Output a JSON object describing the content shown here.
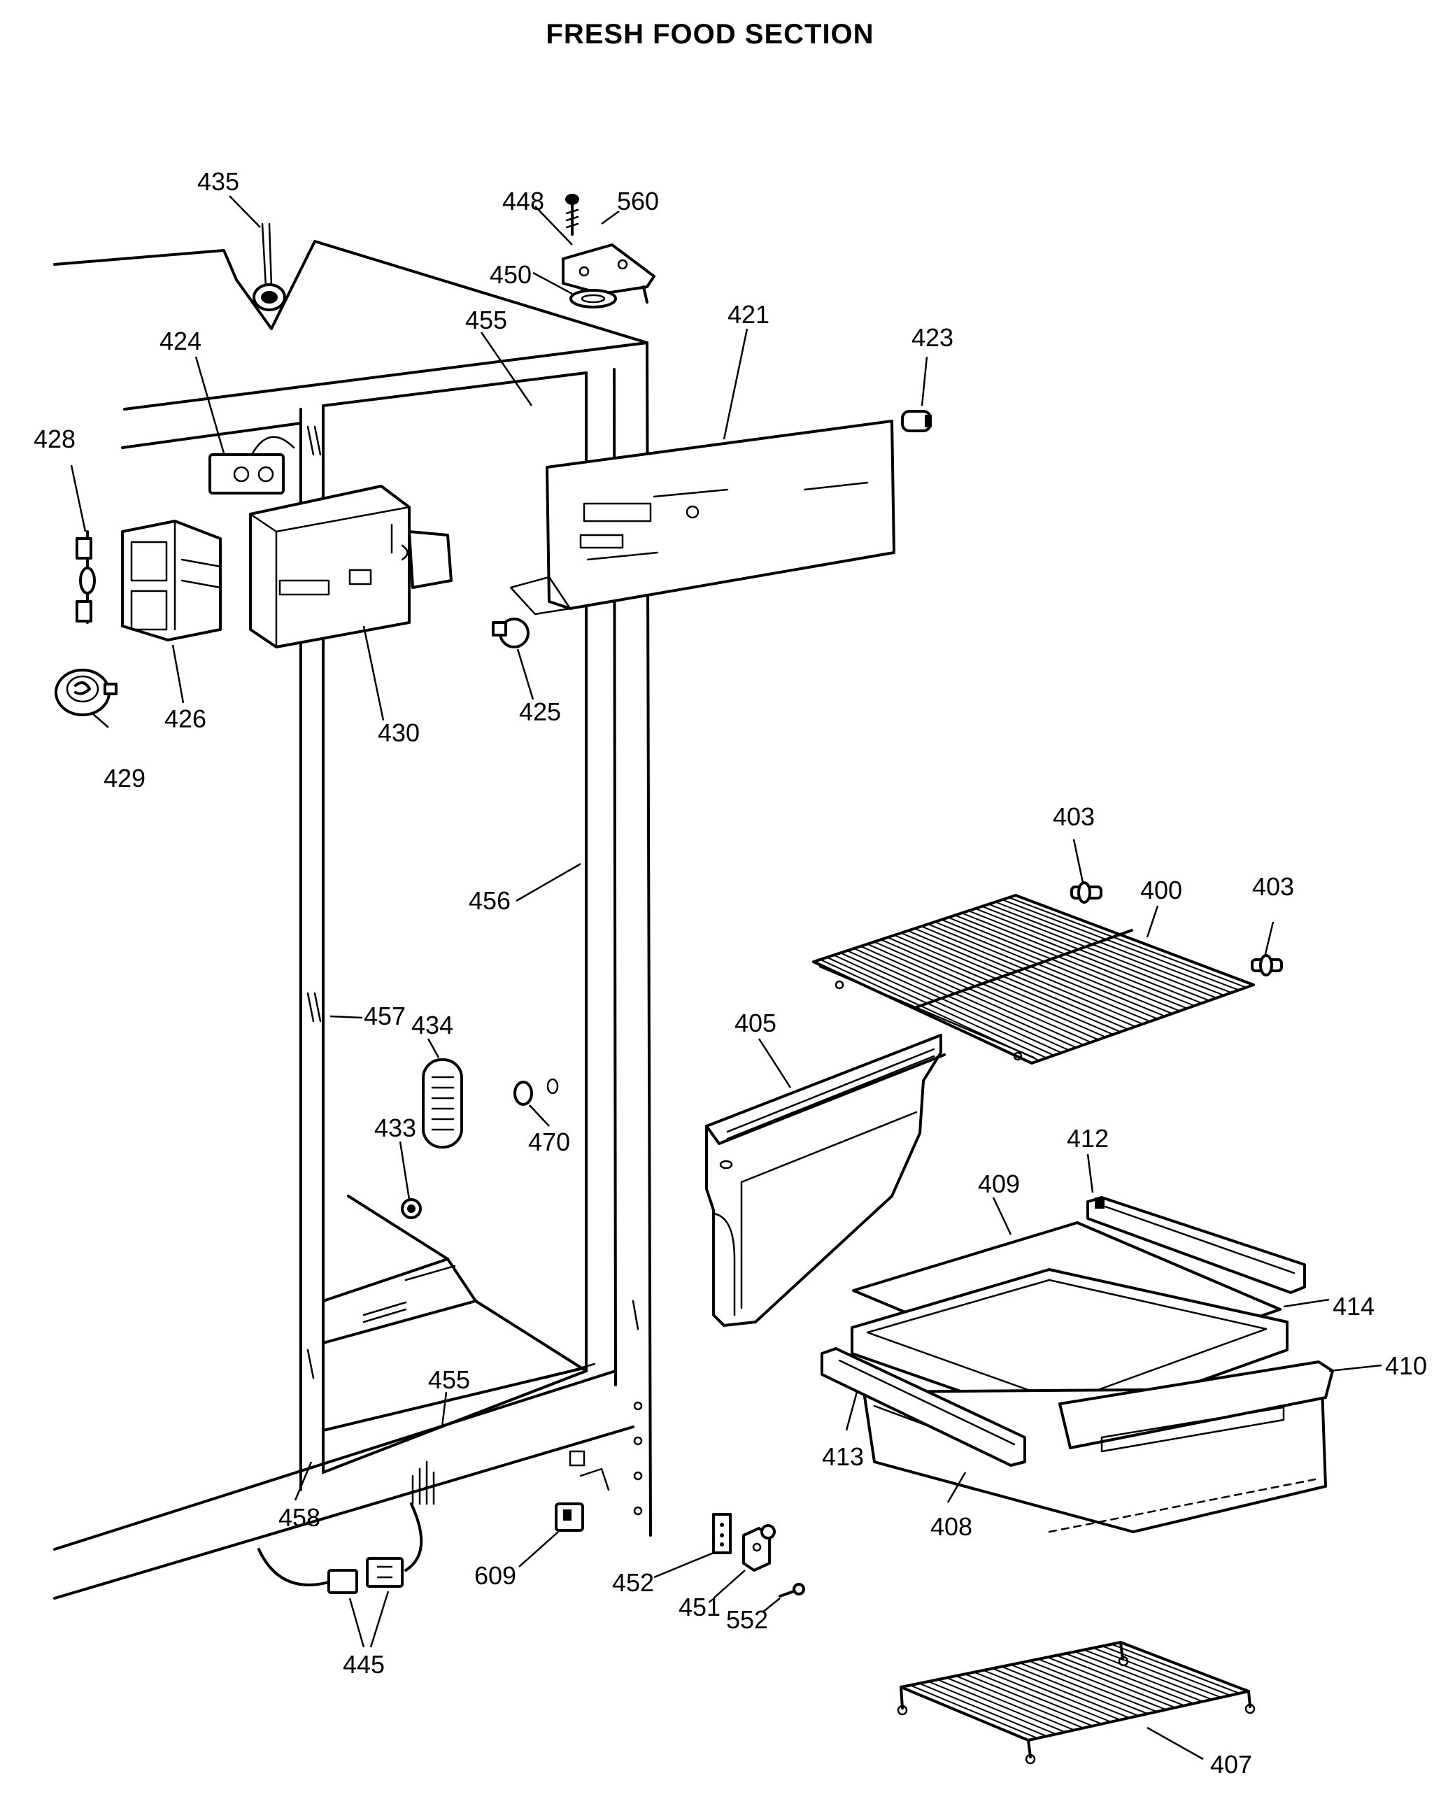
{
  "title": "FRESH FOOD SECTION",
  "labels": {
    "l400": "400",
    "l403a": "403",
    "l403b": "403",
    "l405": "405",
    "l407": "407",
    "l408": "408",
    "l409": "409",
    "l410": "410",
    "l412": "412",
    "l413": "413",
    "l414": "414",
    "l421": "421",
    "l423": "423",
    "l424": "424",
    "l425": "425",
    "l426": "426",
    "l428": "428",
    "l429": "429",
    "l430": "430",
    "l433": "433",
    "l434": "434",
    "l435": "435",
    "l445": "445",
    "l448": "448",
    "l450": "450",
    "l451": "451",
    "l452": "452",
    "l455a": "455",
    "l455b": "455",
    "l456": "456",
    "l457": "457",
    "l458": "458",
    "l470": "470",
    "l552": "552",
    "l560": "560",
    "l609": "609"
  }
}
